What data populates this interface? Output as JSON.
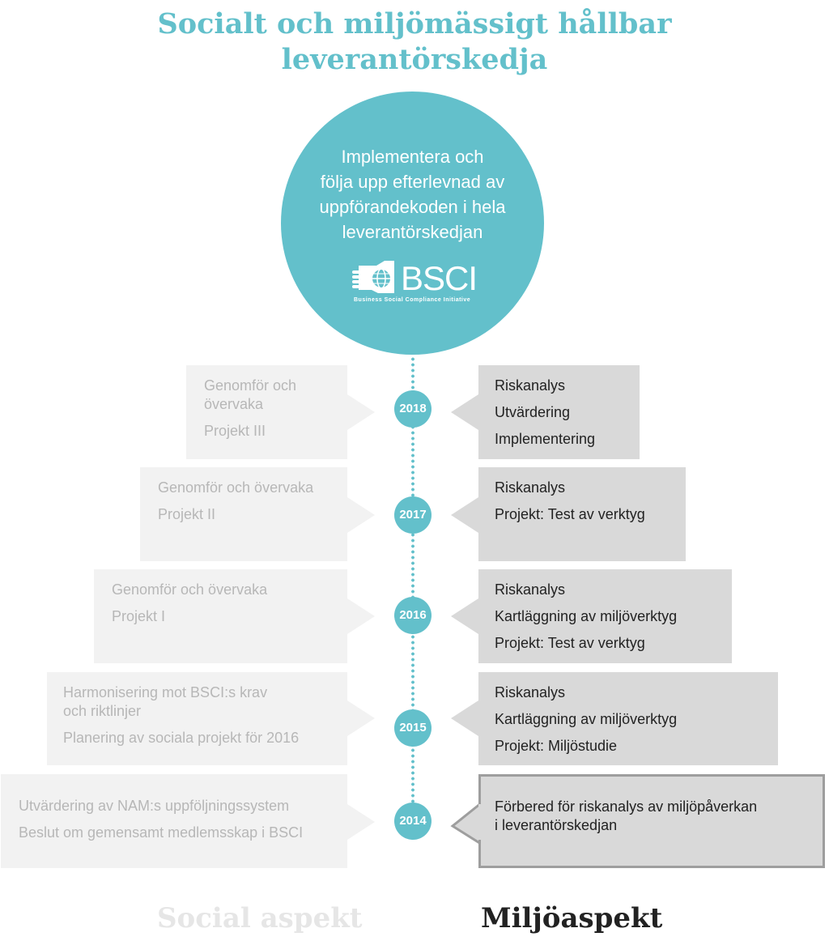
{
  "title": {
    "line1": "Socialt och miljömässigt hållbar",
    "line2": "leverantörskedja"
  },
  "goal": {
    "lines": [
      "Implementera och",
      "följa upp efterlevnad av",
      "uppförandekoden i hela",
      "leverantörskedjan"
    ],
    "logo_text": "BSCI",
    "logo_subtitle": "Business Social Compliance Initiative"
  },
  "timeline": [
    {
      "year": "2018",
      "social": [
        "Genomför och",
        "övervaka",
        "Projekt III"
      ],
      "environment": [
        "Riskanalys",
        "Utvärdering",
        "Implementering"
      ]
    },
    {
      "year": "2017",
      "social": [
        "Genomför och övervaka",
        "Projekt II"
      ],
      "environment": [
        "Riskanalys",
        "Projekt: Test av verktyg"
      ]
    },
    {
      "year": "2016",
      "social": [
        "Genomför och övervaka",
        "Projekt I"
      ],
      "environment": [
        "Riskanalys",
        "Kartläggning av miljöverktyg",
        "Projekt: Test av verktyg"
      ]
    },
    {
      "year": "2015",
      "social": [
        "Harmonisering mot BSCI:s krav",
        "och riktlinjer",
        "Planering av sociala projekt för 2016"
      ],
      "environment": [
        "Riskanalys",
        "Kartläggning av miljöverktyg",
        "Projekt: Miljöstudie"
      ]
    },
    {
      "year": "2014",
      "social": [
        "Utvärdering av NAM:s uppföljningssystem",
        "Beslut om gemensamt medlemsskap i BSCI"
      ],
      "environment": [
        "Förbered för riskanalys av miljöpåverkan",
        "i leverantörskedjan"
      ]
    }
  ],
  "footer": {
    "social_label": "Social aspekt",
    "environment_label": "Miljöaspekt"
  },
  "colors": {
    "accent": "#63c0cb",
    "social_box": "#f2f2f2",
    "social_text": "#b7b7b7",
    "environment_box": "#d9d9d9",
    "environment_text": "#222222",
    "highlight_border": "#9e9e9e"
  }
}
